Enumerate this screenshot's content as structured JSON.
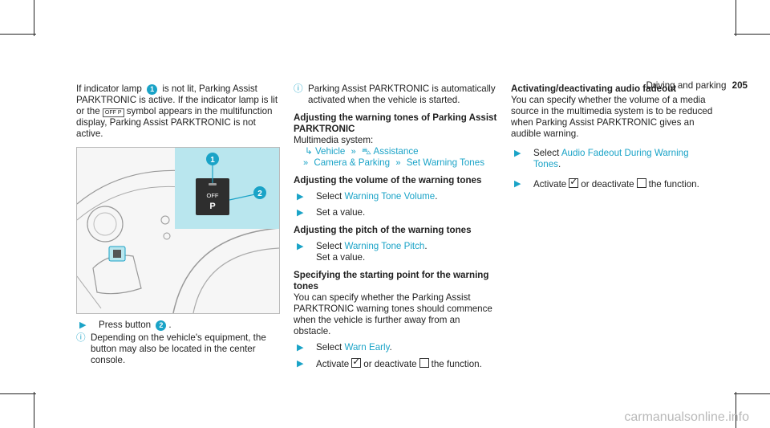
{
  "header": {
    "section": "Driving and parking",
    "page_number": "205"
  },
  "col1": {
    "intro_a": "If indicator lamp",
    "intro_badge": "1",
    "intro_b": "is not lit, Parking Assist PARKTRONIC is active. If the indicator lamp is lit or the",
    "intro_symbol": "OFF P",
    "intro_c": "symbol appears in the multifunction display, Parking Assist PARKTRONIC is not active.",
    "figure": {
      "callout_1": "1",
      "callout_2": "2",
      "button_off_label": "OFF",
      "button_p_label": "P"
    },
    "step1_a": "Press button",
    "step1_badge": "2",
    "step1_b": ".",
    "note": "Depending on the vehicle's equipment, the button may also be located in the center console."
  },
  "col2": {
    "note": "Parking Assist PARKTRONIC is automatically activated when the vehicle is started.",
    "h1": "Adjusting the warning tones of Parking Assist PARKTRONIC",
    "system_label": "Multimedia system:",
    "path1_a": "Vehicle",
    "path1_b": "Assistance",
    "path2_a": "Camera & Parking",
    "path2_b": "Set Warning Tones",
    "h2": "Adjusting the volume of the warning tones",
    "s1_a": "Select",
    "s1_hl": "Warning Tone Volume",
    "s1_b": ".",
    "s2": "Set a value.",
    "h3": "Adjusting the pitch of the warning tones",
    "s3_a": "Select",
    "s3_hl": "Warning Tone Pitch",
    "s3_b": ".",
    "s3_c": "Set a value.",
    "h4": "Specifying the starting point for the warning tones",
    "p4": "You can specify whether the Parking Assist PARKTRONIC warning tones should commence when the vehicle is further away from an obstacle.",
    "s4_a": "Select",
    "s4_hl": "Warn Early",
    "s4_b": ".",
    "s5_a": "Activate",
    "s5_b": "or deactivate",
    "s5_c": "the function."
  },
  "col3": {
    "h1": "Activating/deactivating audio fadeout",
    "p1": "You can specify whether the volume of a media source in the multimedia system is to be reduced when Parking Assist PARKTRONIC gives an audible warning.",
    "s1_a": "Select",
    "s1_hl": "Audio Fadeout During Warning Tones",
    "s1_b": ".",
    "s2_a": "Activate",
    "s2_b": "or deactivate",
    "s2_c": "the function."
  },
  "watermark": "carmanualsonline.info",
  "colors": {
    "accent": "#1aa3c7",
    "figure_highlight": "#b9e6ee"
  },
  "icons": [
    "info-icon",
    "step-arrow-icon",
    "menu-arrow-icon",
    "double-chevron-icon",
    "car-assist-icon",
    "checkbox-checked-icon",
    "checkbox-empty-icon"
  ]
}
